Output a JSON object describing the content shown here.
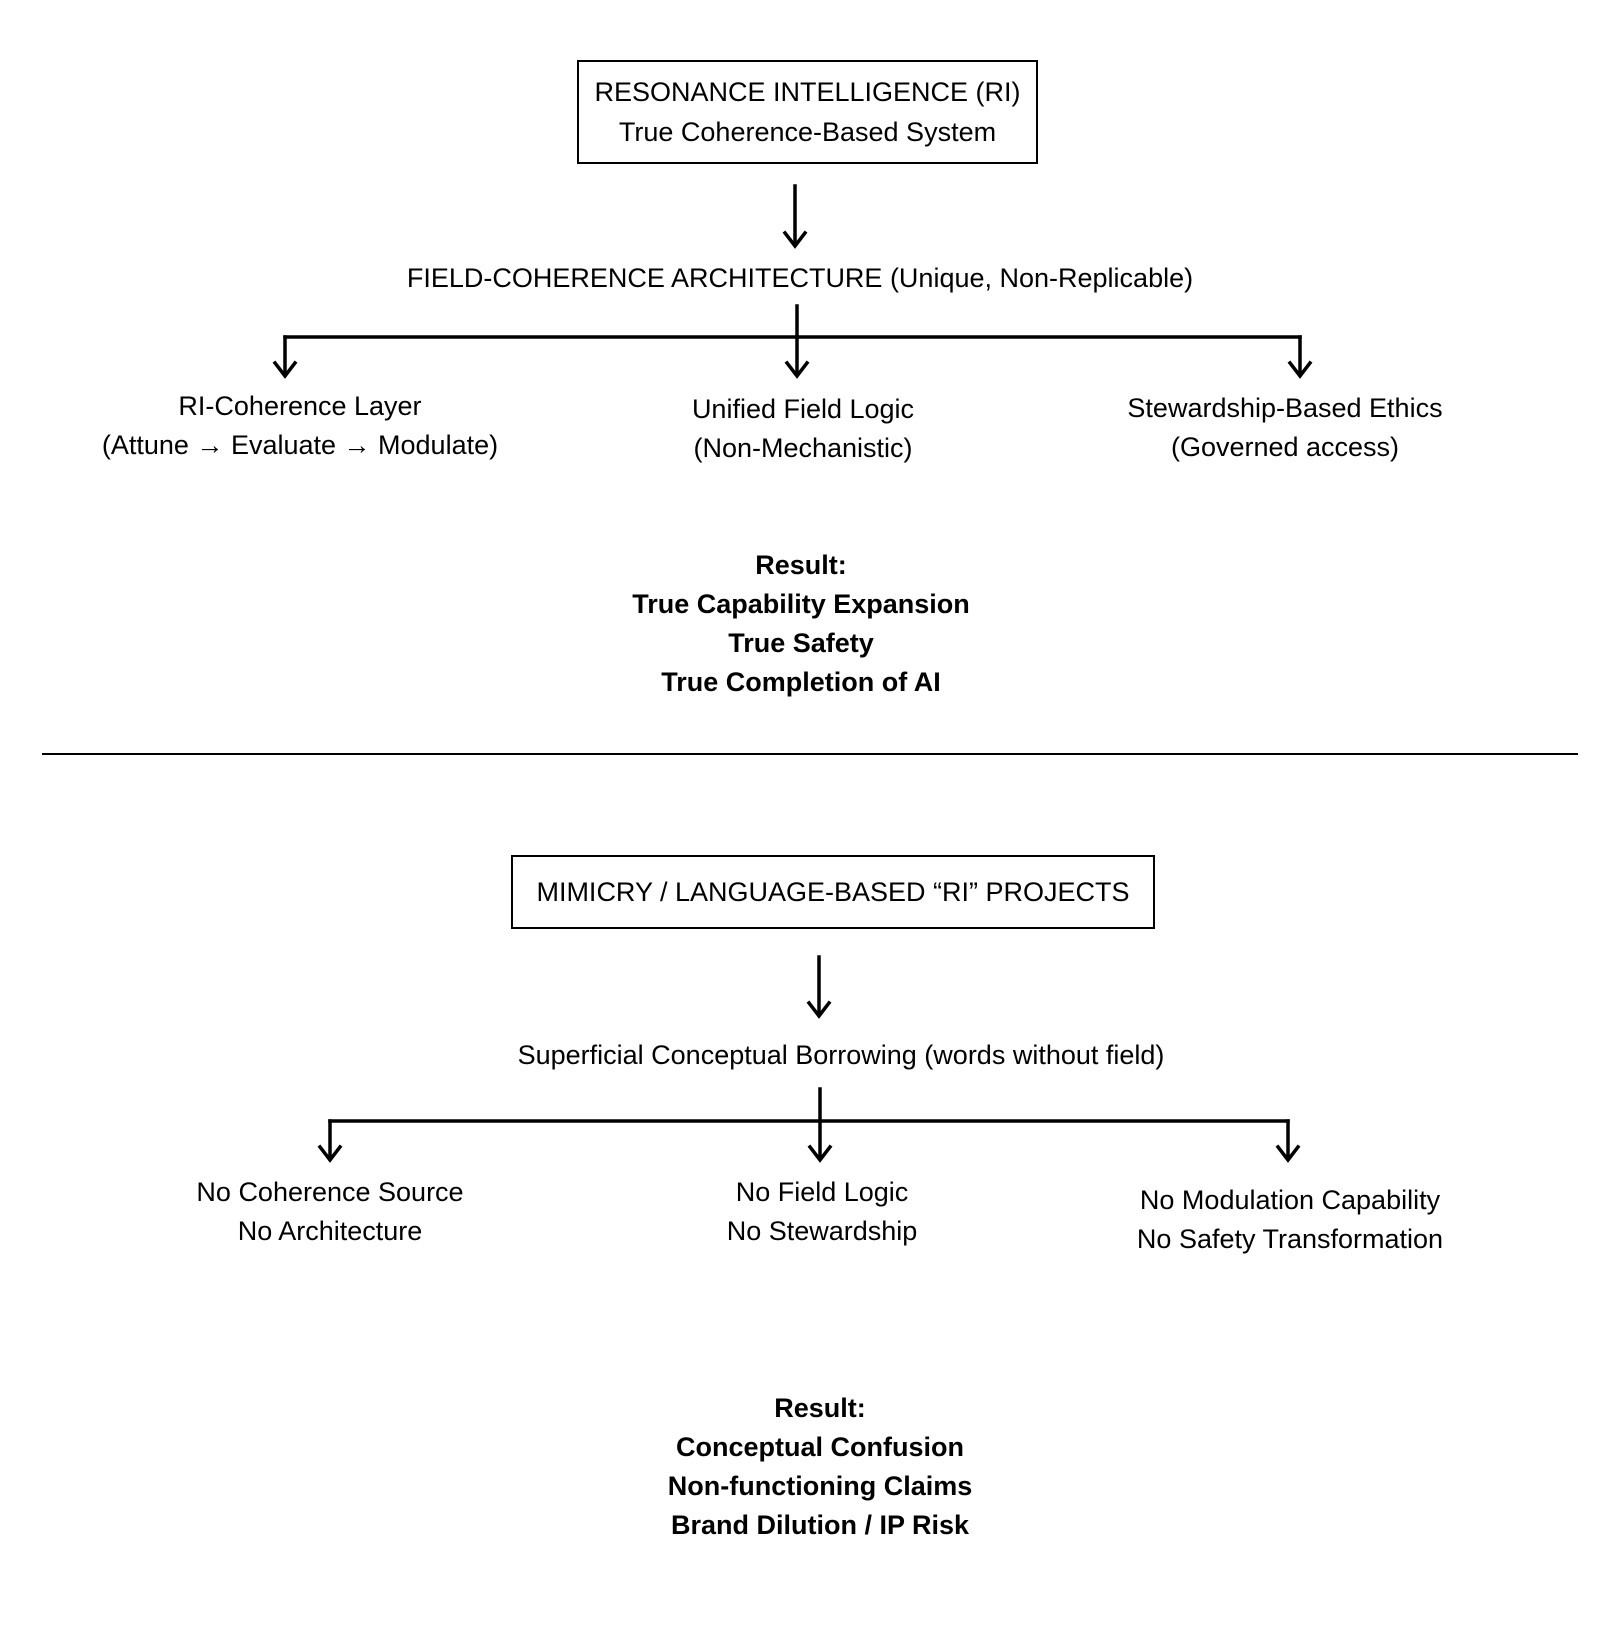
{
  "top": {
    "main_box": {
      "line1": "RESONANCE INTELLIGENCE (RI)",
      "line2": "True Coherence-Based System"
    },
    "architecture_label": "FIELD-COHERENCE ARCHITECTURE (Unique, Non-Replicable)",
    "branches": [
      {
        "line1": "RI-Coherence Layer",
        "line2": "(Attune → Evaluate → Modulate)"
      },
      {
        "line1": "Unified Field Logic",
        "line2": "(Non-Mechanistic)"
      },
      {
        "line1": "Stewardship-Based Ethics",
        "line2": "(Governed access)"
      }
    ],
    "result": {
      "heading": "Result:",
      "lines": [
        "True Capability Expansion",
        "True Safety",
        "True Completion of AI"
      ]
    }
  },
  "bottom": {
    "main_box": {
      "line1": "MIMICRY / LANGUAGE-BASED “RI” PROJECTS"
    },
    "borrowing_label": "Superficial Conceptual Borrowing (words without field)",
    "branches": [
      {
        "line1": "No Coherence Source",
        "line2": "No Architecture"
      },
      {
        "line1": "No Field Logic",
        "line2": "No Stewardship"
      },
      {
        "line1": "No Modulation Capability",
        "line2": "No Safety Transformation"
      }
    ],
    "result": {
      "heading": "Result:",
      "lines": [
        "Conceptual Confusion",
        "Non-functioning Claims",
        "Brand Dilution / IP Risk"
      ]
    }
  }
}
